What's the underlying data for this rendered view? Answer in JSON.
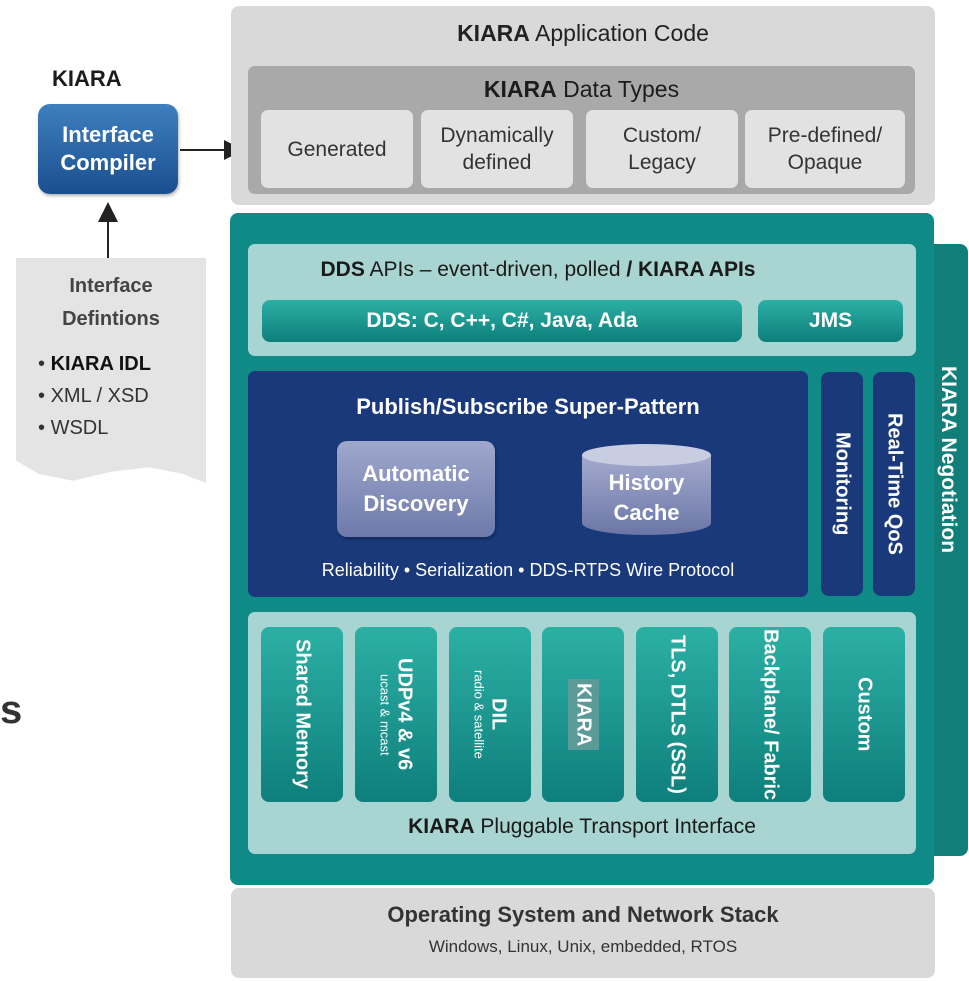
{
  "left": {
    "brand": "KIARA",
    "compiler": {
      "line1": "Interface",
      "line2": "Compiler"
    },
    "definitions": {
      "title1": "Interface",
      "title2": "Defintions",
      "items": [
        "KIARA IDL",
        "XML / XSD",
        "WSDL"
      ],
      "bullet": "•"
    },
    "stray_char": "s"
  },
  "app_code": {
    "title_bold": "KIARA",
    "title_rest": " Application Code",
    "data_types": {
      "title_bold": "KIARA",
      "title_rest": " Data Types",
      "boxes": [
        {
          "line1": "Generated",
          "line2": ""
        },
        {
          "line1": "Dynamically",
          "line2": "defined"
        },
        {
          "line1": "Custom/",
          "line2": "Legacy"
        },
        {
          "line1": "Pre-defined/",
          "line2": "Opaque"
        }
      ]
    }
  },
  "apis": {
    "title_dds": "DDS",
    "title_mid": " APIs – event-driven, polled ",
    "title_bold_end": "/ KIARA APIs",
    "dds_langs": "DDS: C, C++, C#, Java, Ada",
    "jms": "JMS"
  },
  "pubsub": {
    "title": "Publish/Subscribe  Super-Pattern",
    "discovery": {
      "line1": "Automatic",
      "line2": "Discovery"
    },
    "cache": {
      "line1": "History",
      "line2": "Cache"
    },
    "footer": "Reliability • Serialization • DDS-RTPS Wire Protocol"
  },
  "side": {
    "monitoring": "Monitoring",
    "qos": "Real-Time QoS",
    "negotiation": "KIARA Negotiation"
  },
  "transports": {
    "items": [
      {
        "main": "Shared Memory",
        "sub": ""
      },
      {
        "main": "UDPv4 & v6",
        "sub": "ucast & mcast"
      },
      {
        "main": "DIL",
        "sub": "radio & satellite"
      },
      {
        "main": "KIARA",
        "sub": ""
      },
      {
        "main": "TLS, DTLS (SSL)",
        "sub": ""
      },
      {
        "main": "Backplane/ Fabric",
        "sub": ""
      },
      {
        "main": "Custom",
        "sub": ""
      }
    ],
    "title_bold": "KIARA",
    "title_rest": " Pluggable Transport Interface"
  },
  "os": {
    "title": "Operating System and Network Stack",
    "sub": "Windows, Linux, Unix, embedded, RTOS"
  },
  "colors": {
    "teal": "#0f8a86",
    "navy": "#19397a",
    "light_teal": "#a8d5d2",
    "grey": "#d9d9d9",
    "compiler_blue": "#1a4f8f"
  }
}
